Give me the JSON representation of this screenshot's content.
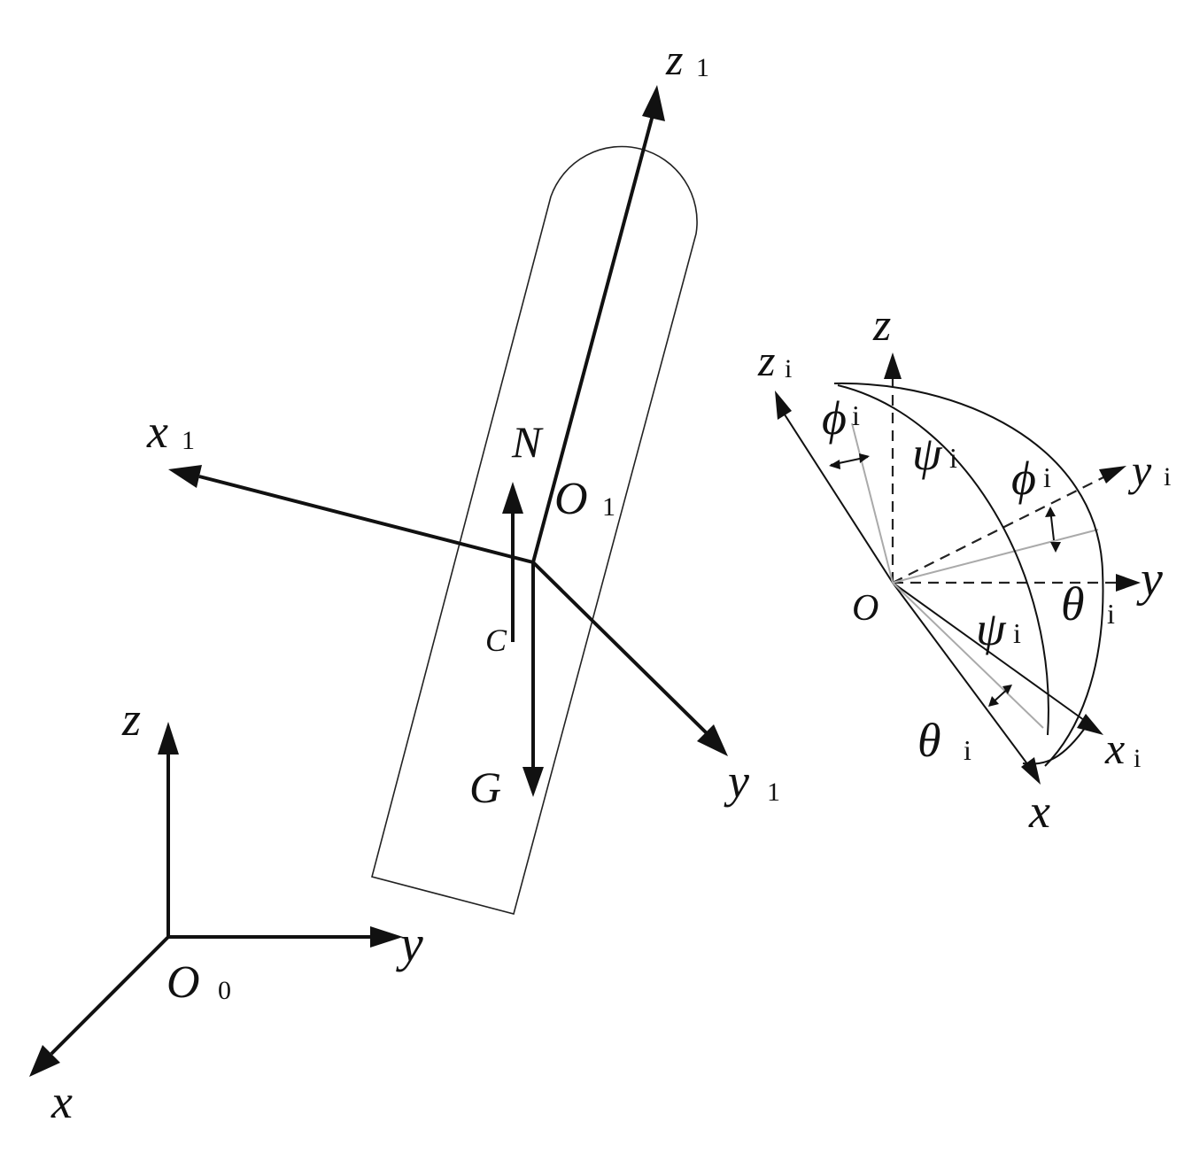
{
  "labels": {
    "z1": "z",
    "z1_sub": "1",
    "x1": "x",
    "x1_sub": "1",
    "y1": "y",
    "y1_sub": "1",
    "N": "N",
    "O1": "O",
    "O1_sub": "1",
    "C": "C",
    "G": "G",
    "z0": "z",
    "y0": "y",
    "x0": "x",
    "O0": "O",
    "O0_sub": "0",
    "zr": "z",
    "zi": "z",
    "zi_sub": "i",
    "phi_left": "ϕ",
    "phi_left_sub": "i",
    "psi_top": "ψ",
    "psi_top_sub": "i",
    "phi_right": "ϕ",
    "phi_right_sub": "i",
    "yi": "y",
    "yi_sub": "i",
    "O": "O",
    "yr": "y",
    "theta_right": "θ",
    "theta_right_sub": "i",
    "psi_bottom": "ψ",
    "psi_bottom_sub": "i",
    "theta_bottom": "θ",
    "theta_bottom_sub": "i",
    "xi": "x",
    "xi_sub": "i",
    "xr": "x"
  }
}
